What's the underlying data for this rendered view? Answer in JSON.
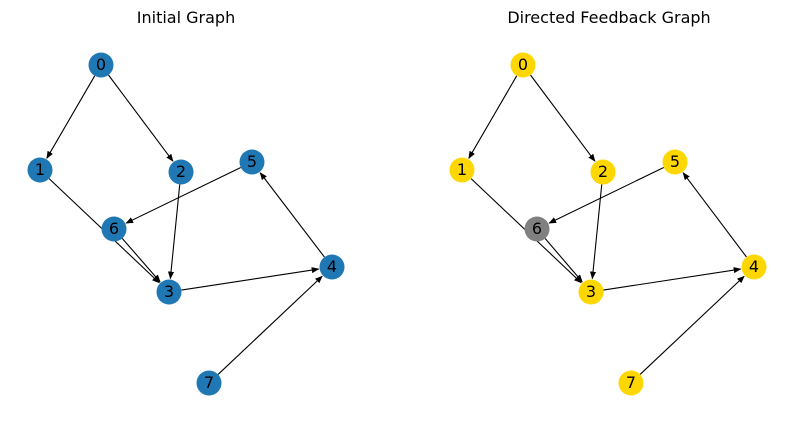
{
  "panels": [
    {
      "title": "Initial Graph",
      "node_color": "#1f77b4",
      "nodes": [
        "0",
        "1",
        "2",
        "3",
        "4",
        "5",
        "6",
        "7"
      ],
      "highlight": {}
    },
    {
      "title": "Directed Feedback Graph",
      "node_color": "#ffd700",
      "nodes": [
        "0",
        "1",
        "2",
        "3",
        "4",
        "5",
        "6",
        "7"
      ],
      "highlight": {
        "6": "#808080"
      }
    }
  ],
  "edges": [
    [
      "0",
      "1"
    ],
    [
      "0",
      "2"
    ],
    [
      "1",
      "3"
    ],
    [
      "2",
      "3"
    ],
    [
      "5",
      "6"
    ],
    [
      "6",
      "3"
    ],
    [
      "3",
      "4"
    ],
    [
      "4",
      "5"
    ],
    [
      "7",
      "4"
    ]
  ]
}
